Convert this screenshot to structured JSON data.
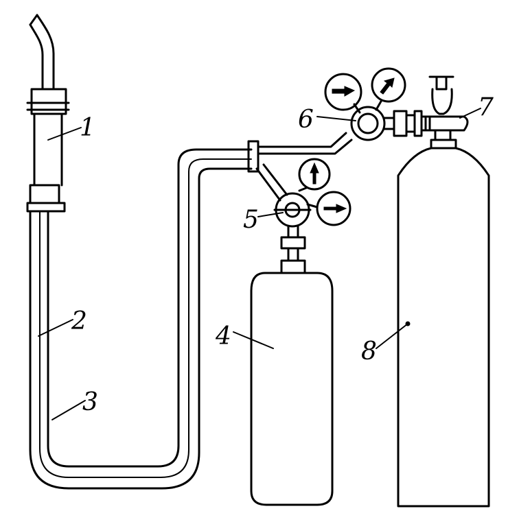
{
  "labels": {
    "torch": "1",
    "hose_outer": "2",
    "hose_inner": "3",
    "small_cylinder": "4",
    "small_regulator": "5",
    "large_regulator": "6",
    "valve": "7",
    "large_cylinder": "8"
  },
  "colors": {
    "ink": "#000000",
    "paper": "#ffffff"
  }
}
